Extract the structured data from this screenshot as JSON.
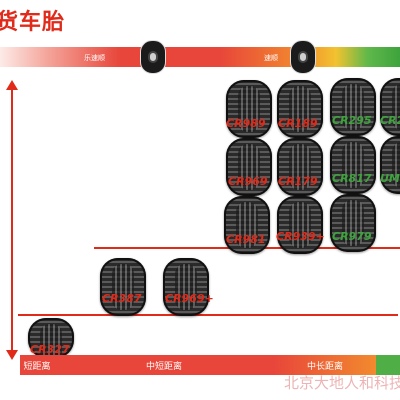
{
  "title": "货车胎",
  "top_bar": {
    "labels": [
      "乐速顺",
      "速顺"
    ]
  },
  "bottom_bar": {
    "segments": [
      "短距离",
      "中短距离",
      "中长距离",
      ""
    ]
  },
  "tyres": [
    {
      "label": "CR989"
    },
    {
      "label": "CR189"
    },
    {
      "label": "CR295"
    },
    {
      "label": "CR2"
    },
    {
      "label": "CR969"
    },
    {
      "label": "CR179"
    },
    {
      "label": "CR817"
    },
    {
      "label": "UM"
    },
    {
      "label": "CR981"
    },
    {
      "label": "CR939+"
    },
    {
      "label": "CR979"
    },
    {
      "label": "CR387"
    },
    {
      "label": "CR969+"
    },
    {
      "label": "CR327"
    }
  ],
  "watermark": "北京大地人和科技"
}
